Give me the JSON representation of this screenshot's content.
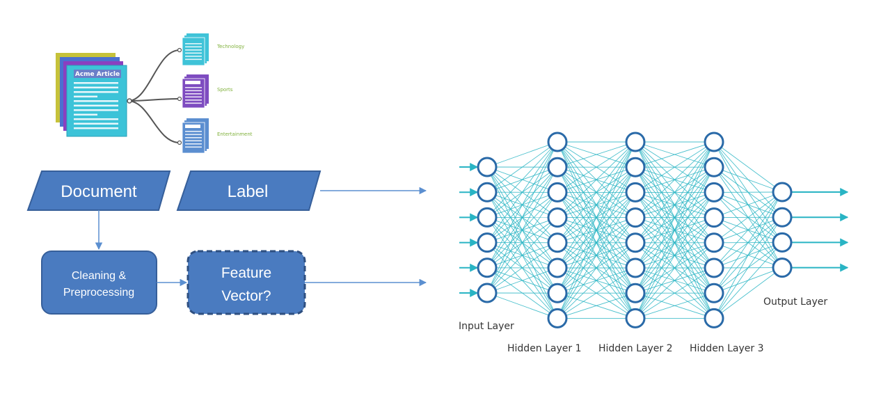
{
  "colors": {
    "flow_fill": "#4a7bc0",
    "flow_stroke": "#365f9a",
    "flow_arrow": "#5b8fd0",
    "nn_node": "#2a6aa8",
    "nn_edge": "#2ab5c4",
    "nn_arrow": "#29b4c4",
    "category_text": "#7fb03a"
  },
  "article": {
    "title": "Acme Article",
    "categories": [
      {
        "label": "Technology",
        "color": "#3fc3d8"
      },
      {
        "label": "Sports",
        "color": "#7e4cc0"
      },
      {
        "label": "Entertainment",
        "color": "#5b8ed0"
      }
    ]
  },
  "flow": {
    "document": "Document",
    "label": "Label",
    "cleaning_line1": "Cleaning &",
    "cleaning_line2": "Preprocessing",
    "feature_line1": "Feature",
    "feature_line2": "Vector?"
  },
  "network": {
    "layers": [
      {
        "name": "Input Layer",
        "nodes": 6
      },
      {
        "name": "Hidden Layer 1",
        "nodes": 8
      },
      {
        "name": "Hidden Layer 2",
        "nodes": 8
      },
      {
        "name": "Hidden Layer 3",
        "nodes": 8
      },
      {
        "name": "Output Layer",
        "nodes": 4
      }
    ]
  }
}
